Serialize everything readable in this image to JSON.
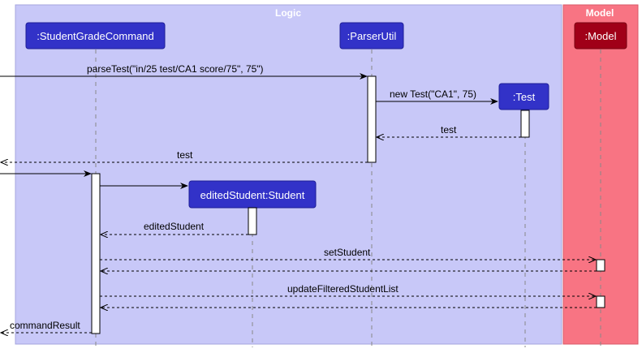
{
  "groups": {
    "logic": {
      "title": "Logic",
      "color": "#c8c8f8"
    },
    "model": {
      "title": "Model",
      "color": "#f87483"
    }
  },
  "participants": {
    "student_grade_command": {
      "label": ":StudentGradeCommand",
      "color": "#3232c8"
    },
    "parser_util": {
      "label": ":ParserUtil",
      "color": "#3232c8"
    },
    "test": {
      "label": ":Test",
      "color": "#3232c8"
    },
    "edited_student": {
      "label": "editedStudent:Student",
      "color": "#3232c8"
    },
    "model": {
      "label": ":Model",
      "color": "#a00018"
    }
  },
  "messages": {
    "parse_test": "parseTest(\"in/25 test/CA1 score/75\", 75\")",
    "new_test": "new Test(\"CA1\", 75)",
    "test_return": "test",
    "test_return_outer": "test",
    "edited_student_return": "editedStudent",
    "set_student": "setStudent",
    "update_filtered": "updateFilteredStudentList",
    "command_result": "commandResult"
  }
}
